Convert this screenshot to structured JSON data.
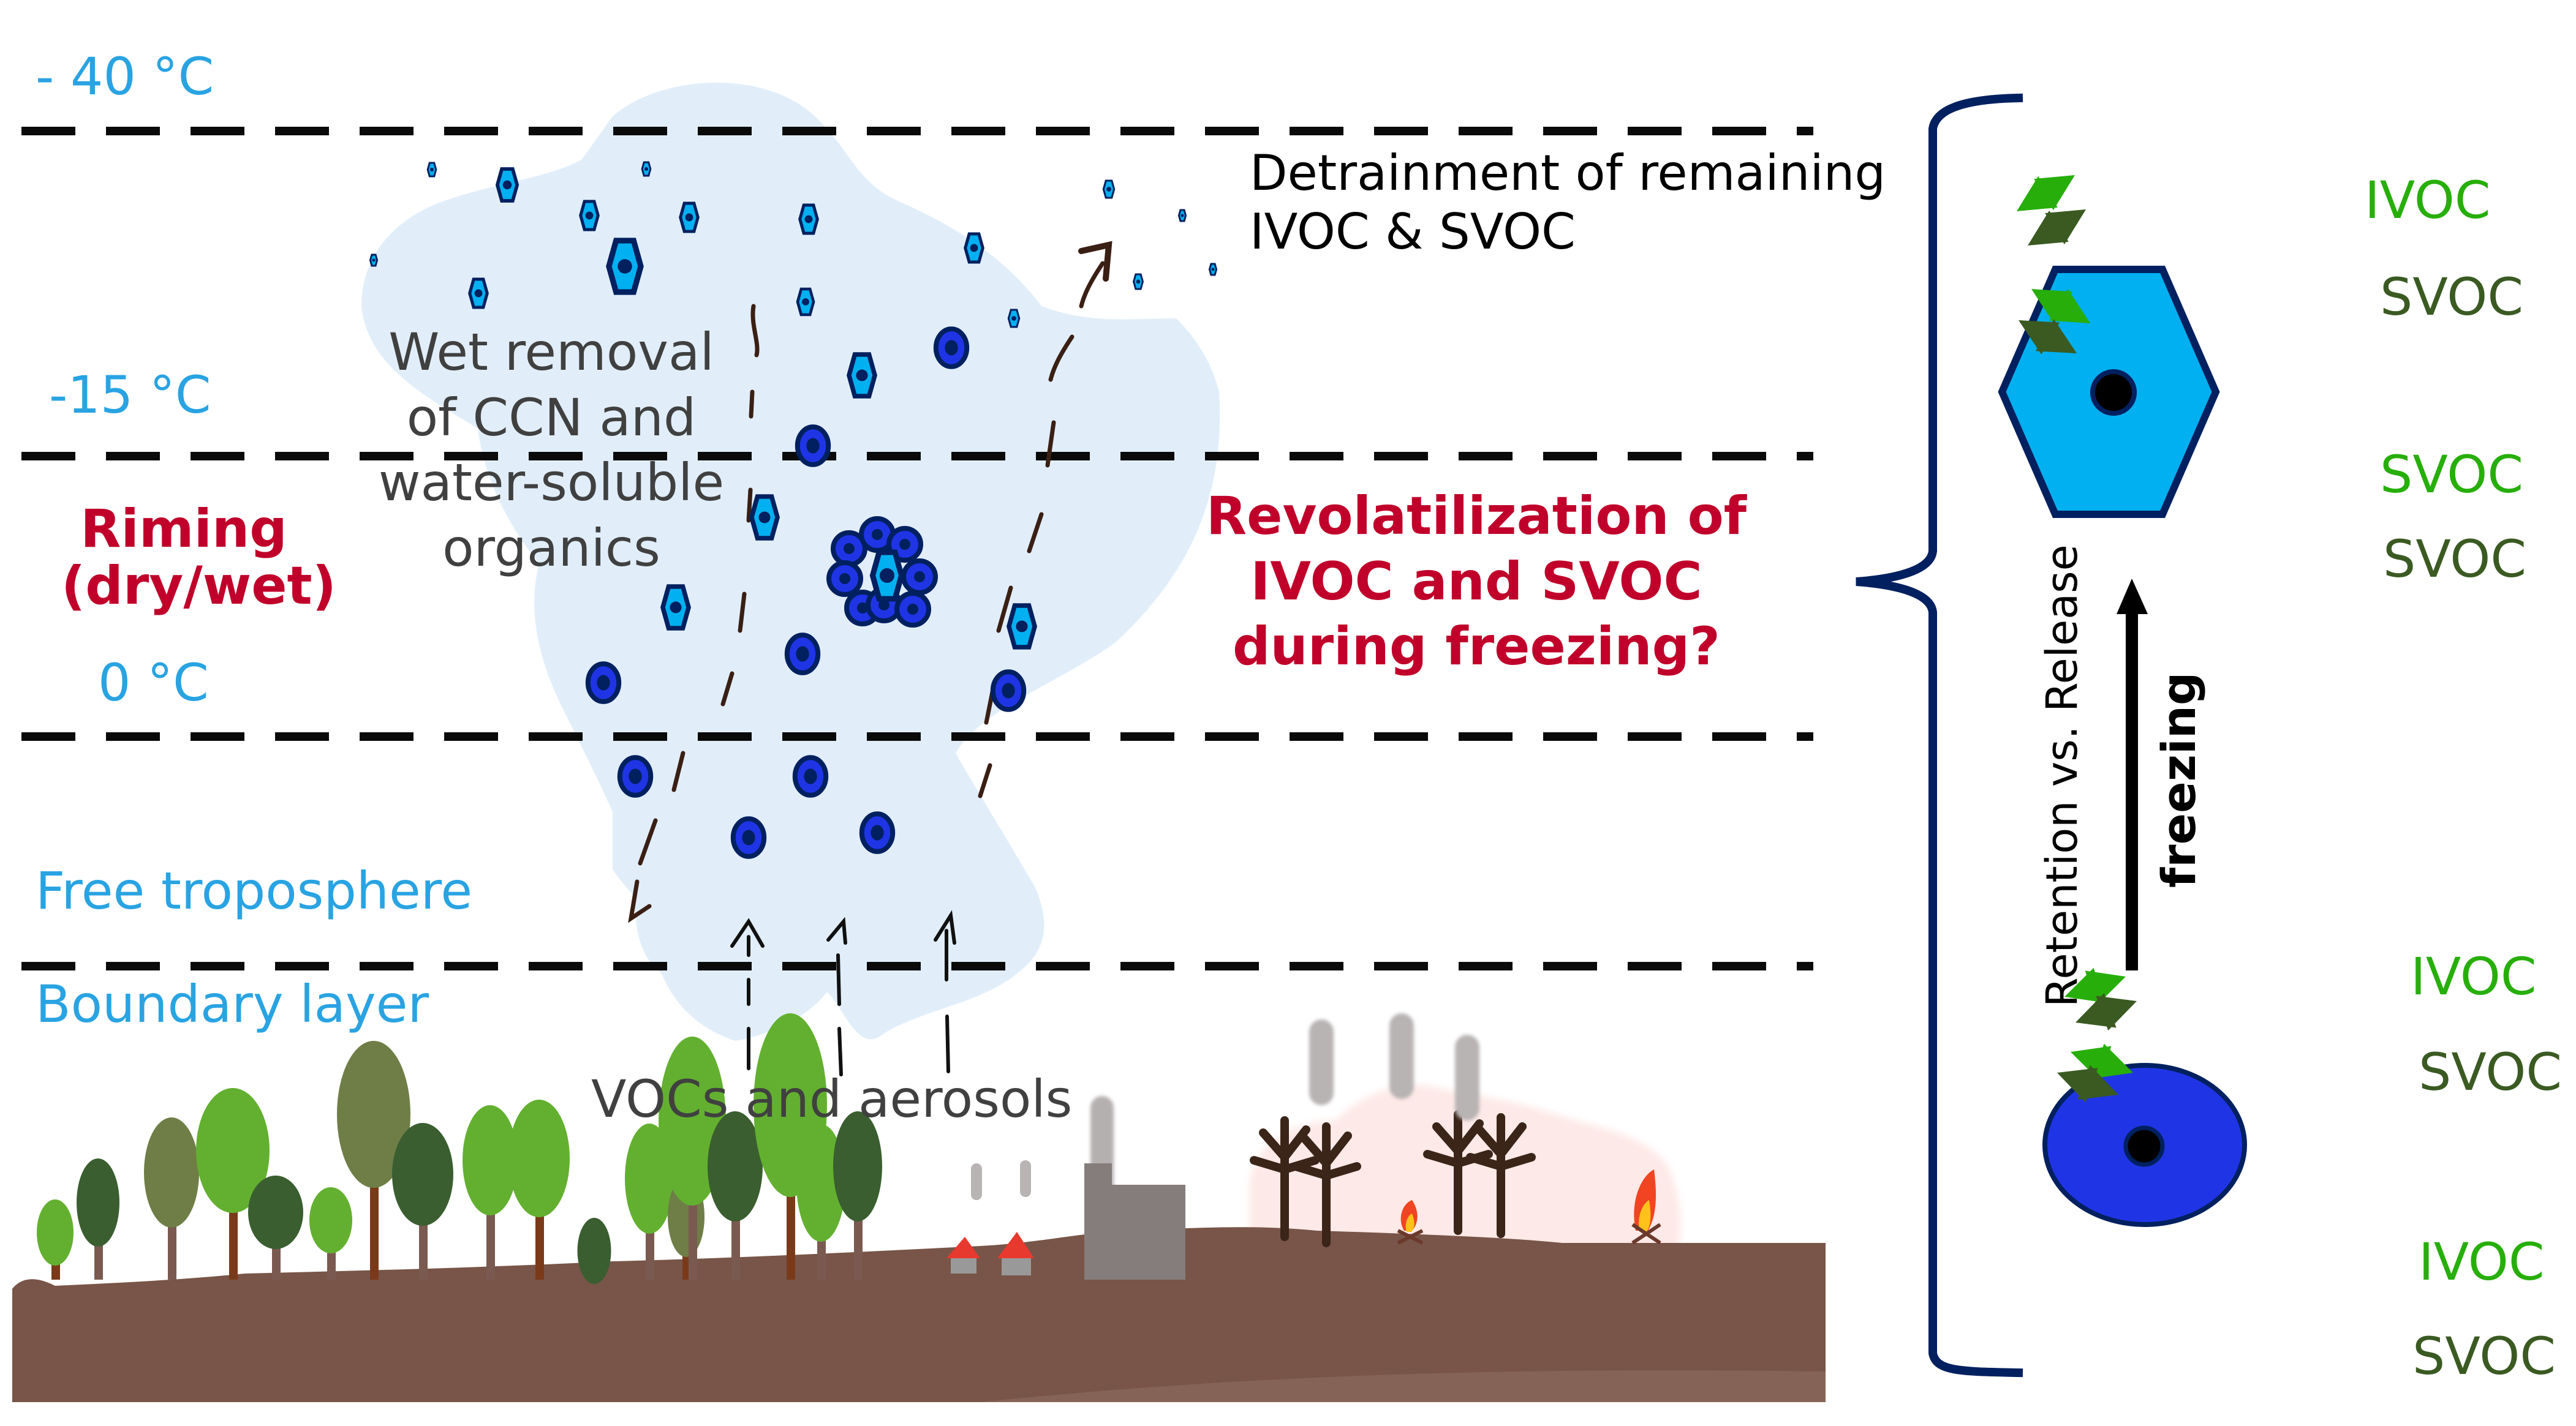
{
  "figure": {
    "title": "Cloud processing of organic compounds: wet removal, revolatilization and detrainment of IVOC and SVOC during freezing",
    "temperature_levels": [
      "- 40 °C",
      "-15 °C",
      "0 °C"
    ],
    "atmospheric_layers": [
      "Free troposphere",
      "Boundary layer"
    ],
    "process_labels": {
      "riming": [
        "Riming",
        "(dry/wet)"
      ],
      "wet_removal": [
        "Wet removal",
        "of CCN and",
        "water-soluble",
        "organics"
      ],
      "revolatilization": [
        "Revolatilization of",
        "IVOC and SVOC",
        "during freezing?"
      ],
      "detrainment": [
        "Detrainment of remaining",
        "IVOC & SVOC"
      ],
      "emissions": "VOCs and aerosols"
    },
    "surface_sources": [
      "forest",
      "houses",
      "industrial chimney",
      "wildfire"
    ],
    "inset": {
      "ice_crystal_labels": [
        "IVOC",
        "SVOC",
        "SVOC",
        "SVOC"
      ],
      "droplet_labels": [
        "IVOC",
        "SVOC",
        "IVOC",
        "SVOC"
      ],
      "arrow_label": "freezing",
      "axis_label": "Retention vs. Release"
    },
    "colors": {
      "temperature_text": "#29a3e2",
      "emphasis_red": "#c0002a",
      "ivoc_green": "#27ae0a",
      "svoc_dark_green": "#3a5a22",
      "ice_fill": "#00b0f0",
      "droplet_fill": "#1f35e5",
      "particle_outline": "#00205f",
      "cloud_fill": "#e1eefa",
      "ground": "#785548",
      "bracket": "#00205f"
    }
  }
}
